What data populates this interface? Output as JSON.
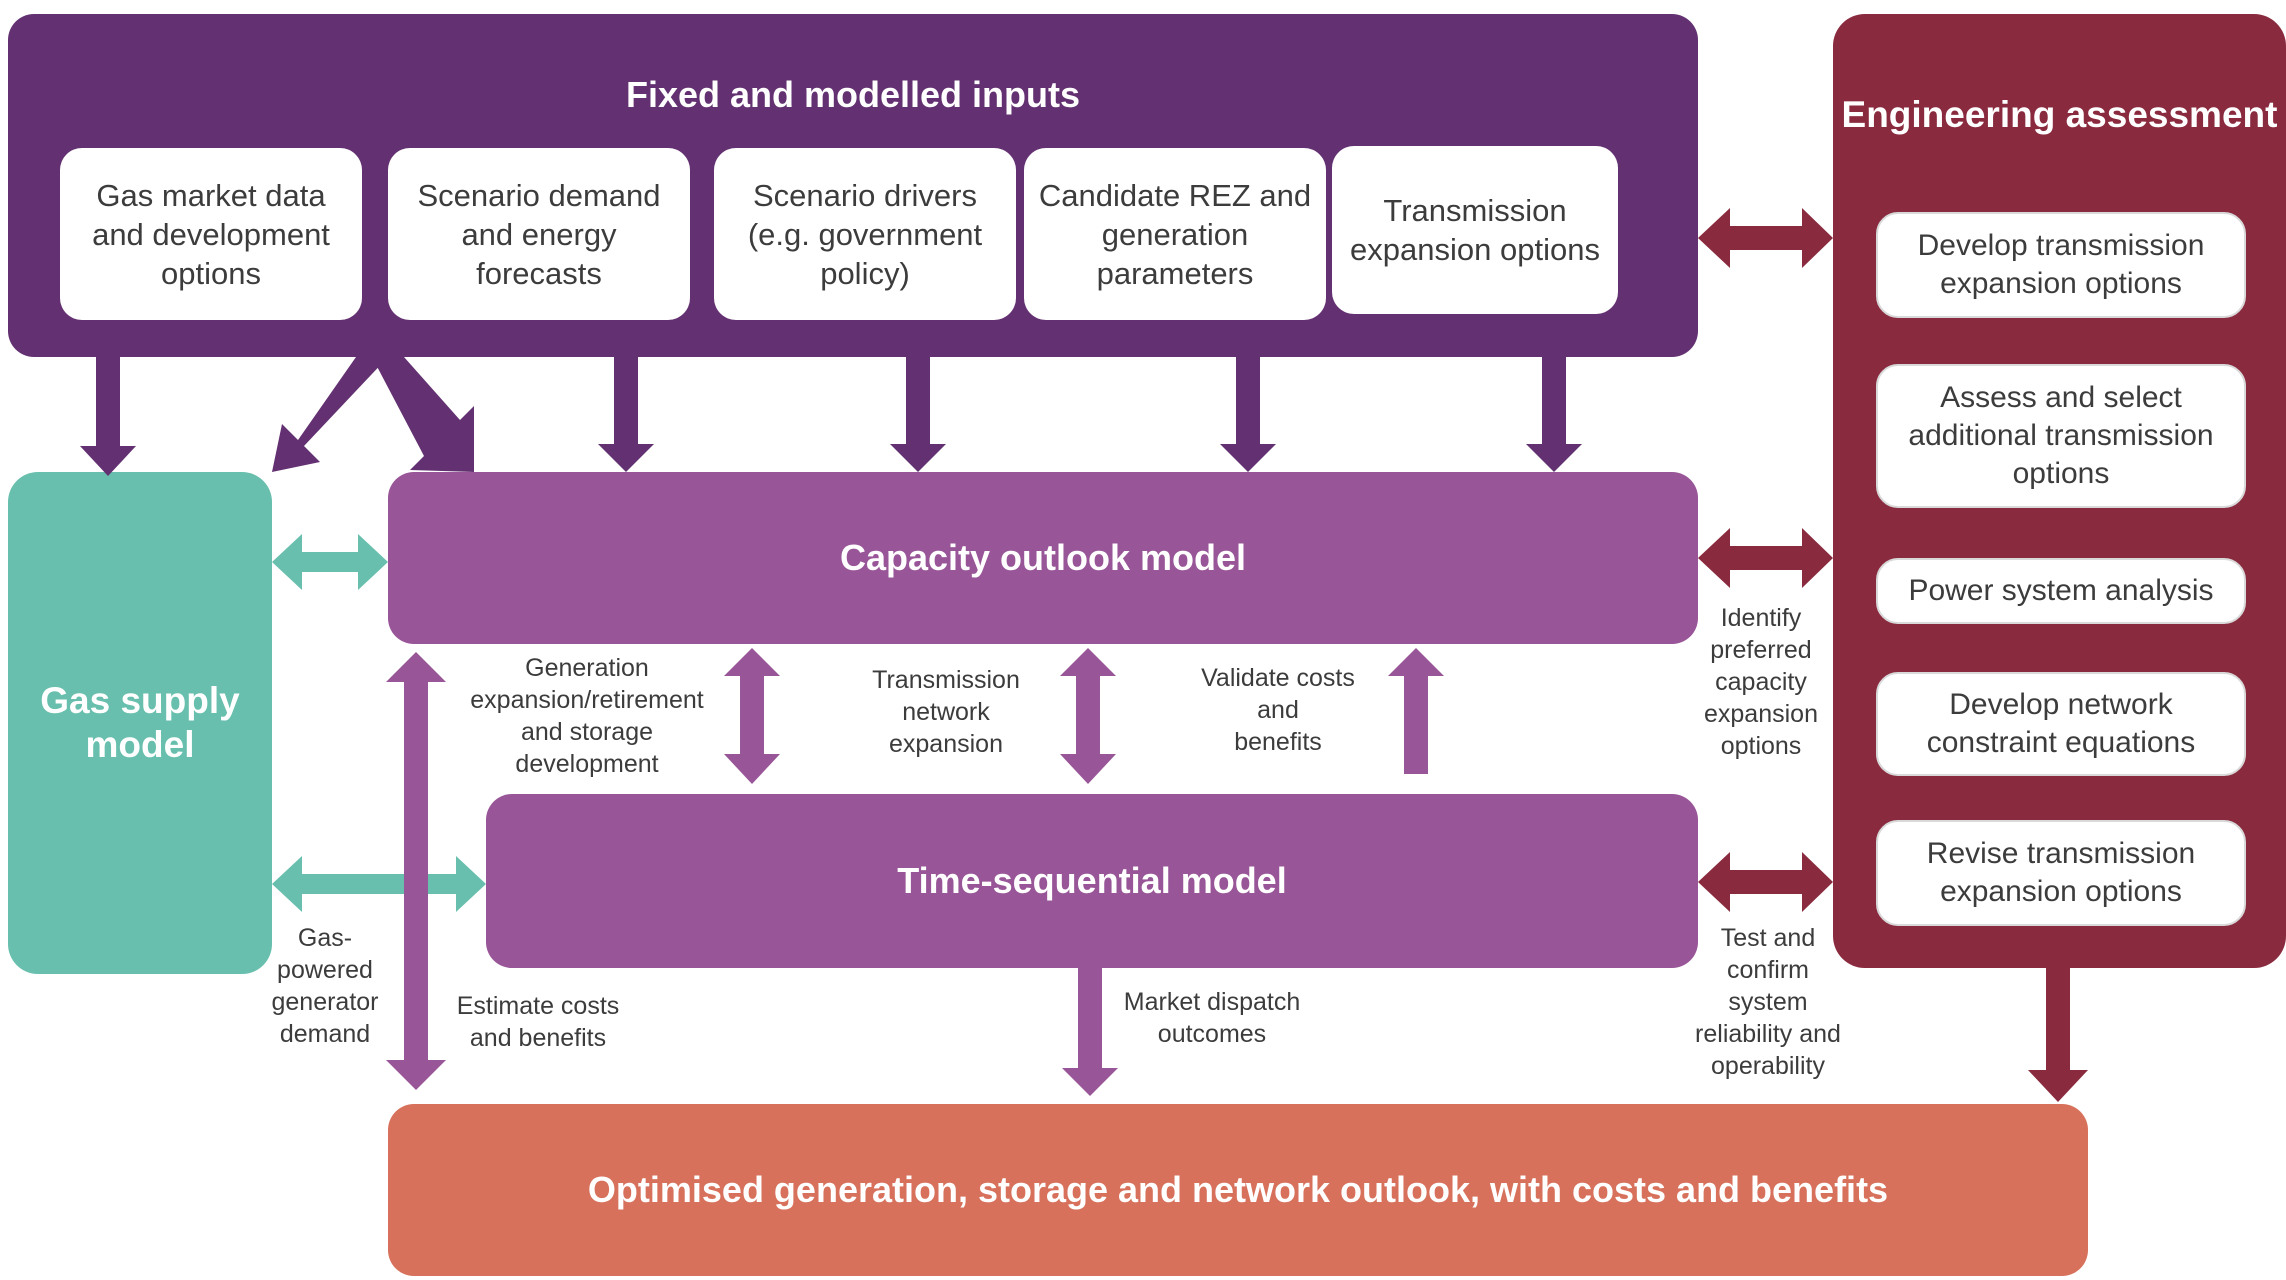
{
  "inputs": {
    "title": "Fixed and modelled inputs",
    "cards": [
      "Gas market data and development options",
      "Scenario demand and energy forecasts",
      "Scenario drivers (e.g. government policy)",
      "Candidate REZ and generation parameters",
      "Transmission expansion options"
    ]
  },
  "engineering": {
    "title": "Engineering assessment",
    "cards": [
      "Develop transmission expansion options",
      "Assess and select additional transmission options",
      "Power system analysis",
      "Develop network constraint equations",
      "Revise transmission expansion options"
    ]
  },
  "gas_model": {
    "title": "Gas supply model"
  },
  "capacity_model": {
    "title": "Capacity outlook model"
  },
  "time_sequential_model": {
    "title": "Time-sequential model"
  },
  "outlook": {
    "title": "Optimised generation, storage and network outlook, with costs and benefits"
  },
  "labels": {
    "gen_expansion": "Generation\nexpansion/retirement\nand storage\ndevelopment",
    "transmission_network": "Transmission\nnetwork\nexpansion",
    "validate_costs": "Validate costs\nand\nbenefits",
    "identify_preferred": "Identify\npreferred\ncapacity\nexpansion\noptions",
    "gas_demand": "Gas-\npowered\ngenerator\ndemand",
    "estimate_costs": "Estimate costs\nand benefits",
    "market_dispatch": "Market dispatch\noutcomes",
    "test_confirm": "Test and\nconfirm\nsystem\nreliability and\noperability"
  },
  "colors": {
    "inputs": "#633171",
    "engineering": "#8a2a3e",
    "gas": "#68bfad",
    "models": "#985597",
    "outlook": "#d7715b"
  }
}
